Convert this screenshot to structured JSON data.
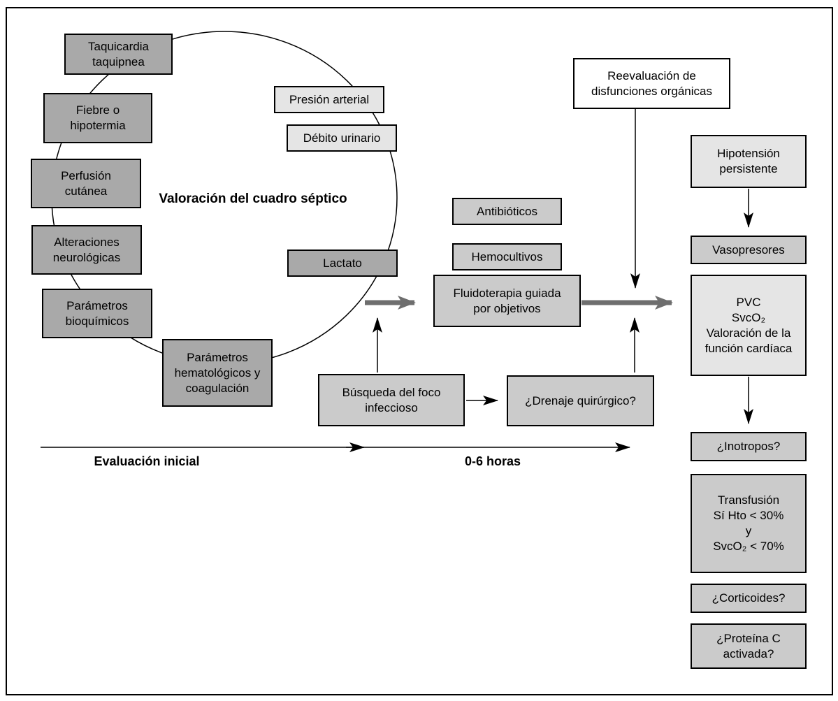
{
  "figure": {
    "type": "flowchart",
    "language": "es",
    "topic": "Manejo del cuadro séptico (evaluación inicial y primeras 0-6 horas)"
  },
  "colors": {
    "box_dark": "#a9a9a9",
    "box_medium": "#cbcbcb",
    "box_light": "#e5e5e5",
    "box_white": "#ffffff",
    "thick_arrow": "#6e6e6e",
    "line": "#000000"
  },
  "circle": {
    "label": "Valoración del cuadro séptico"
  },
  "nodes": {
    "taquicardia": {
      "label": "Taquicardia\ntaquipnea"
    },
    "fiebre": {
      "label": "Fiebre o\nhipotermia"
    },
    "perfusion": {
      "label": "Perfusión\ncutánea"
    },
    "alteraciones": {
      "label": "Alteraciones\nneurológicas"
    },
    "bioquimicos": {
      "label": "Parámetros\nbioquímicos"
    },
    "hematologicos": {
      "label": "Parámetros\nhematológicos y\ncoagulación"
    },
    "presion": {
      "label": "Presión arterial"
    },
    "debito": {
      "label": "Débito urinario"
    },
    "lactato": {
      "label": "Lactato"
    },
    "antibioticos": {
      "label": "Antibióticos"
    },
    "hemocultivos": {
      "label": "Hemocultivos"
    },
    "fluidoterapia": {
      "label": "Fluidoterapia guiada\npor objetivos"
    },
    "busqueda": {
      "label": "Búsqueda del foco\ninfeccioso"
    },
    "drenaje": {
      "label": "¿Drenaje quirúrgico?"
    },
    "reevaluacion": {
      "label": "Reevaluación de\ndisfunciones orgánicas"
    },
    "hipotension": {
      "label": "Hipotensión\npersistente"
    },
    "vasopresores": {
      "label": "Vasopresores"
    },
    "pvc": {
      "label": "PVC\nSvcO₂\nValoración de la\nfunción cardíaca"
    },
    "inotropos": {
      "label": "¿Inotropos?"
    },
    "transfusion": {
      "label": "Transfusión\nSí Hto < 30%\ny\nSvcO₂ < 70%"
    },
    "corticoides": {
      "label": "¿Corticoides?"
    },
    "proteina": {
      "label": "¿Proteína C\nactivada?"
    }
  },
  "timeline": {
    "phase1": "Evaluación inicial",
    "phase2": "0-6 horas"
  }
}
